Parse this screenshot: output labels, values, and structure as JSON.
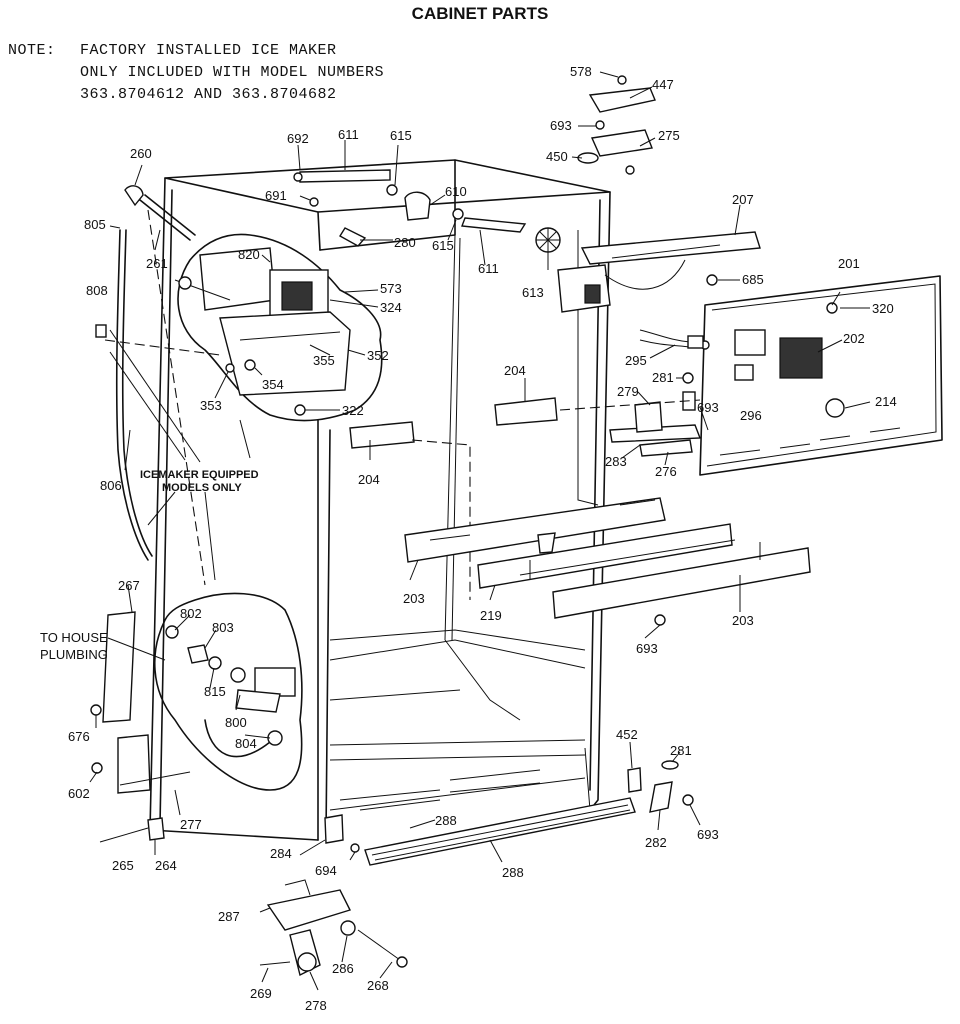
{
  "title": "CABINET PARTS",
  "note": {
    "prefix": "NOTE:",
    "line1": "FACTORY INSTALLED ICE MAKER",
    "line2": "ONLY INCLUDED WITH MODEL NUMBERS",
    "line3": "363.8704612 AND 363.8704682"
  },
  "callouts": {
    "icemaker_line1": "ICEMAKER EQUIPPED",
    "icemaker_line2": "MODELS ONLY",
    "house_line1": "TO HOUSE",
    "house_line2": "PLUMBING"
  },
  "parts": {
    "p578": "578",
    "p447": "447",
    "p693a": "693",
    "p275": "275",
    "p450": "450",
    "p207": "207",
    "p685": "685",
    "p201": "201",
    "p320": "320",
    "p202": "202",
    "p295": "295",
    "p281a": "281",
    "p279": "279",
    "p693b": "693",
    "p296": "296",
    "p214": "214",
    "p283": "283",
    "p276": "276",
    "p692": "692",
    "p611a": "611",
    "p615a": "615",
    "p610": "610",
    "p691": "691",
    "p615b": "615",
    "p611b": "611",
    "p613": "613",
    "p280": "280",
    "p260": "260",
    "p805": "805",
    "p261": "261",
    "p820": "820",
    "p573": "573",
    "p324": "324",
    "p808": "808",
    "p355": "355",
    "p352": "352",
    "p354": "354",
    "p353": "353",
    "p322": "322",
    "p204a": "204",
    "p204b": "204",
    "p806": "806",
    "p203a": "203",
    "p219": "219",
    "p203b": "203",
    "p693c": "693",
    "p267": "267",
    "p802": "802",
    "p803": "803",
    "p815": "815",
    "p800": "800",
    "p804": "804",
    "p676": "676",
    "p602": "602",
    "p277": "277",
    "p265": "265",
    "p264": "264",
    "p452": "452",
    "p281b": "281",
    "p282": "282",
    "p693d": "693",
    "p288a": "288",
    "p284": "284",
    "p694": "694",
    "p288b": "288",
    "p287": "287",
    "p286": "286",
    "p268": "268",
    "p269": "269",
    "p278": "278"
  }
}
